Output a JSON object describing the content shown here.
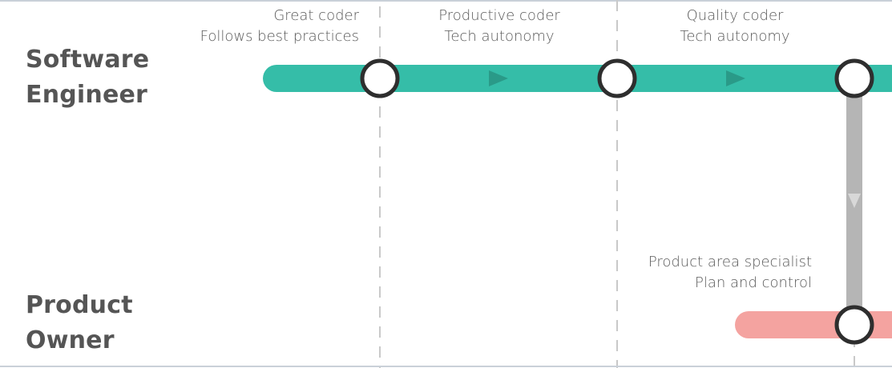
{
  "roles": {
    "software_engineer": {
      "line1": "Software",
      "line2": "Engineer"
    },
    "product_owner": {
      "line1": "Product",
      "line2": "Owner"
    }
  },
  "stages": {
    "great_coder": {
      "title": "Great coder",
      "subtitle": "Follows best practices"
    },
    "productive_coder": {
      "title": "Productive coder",
      "subtitle": "Tech autonomy"
    },
    "quality_coder": {
      "title": "Quality coder",
      "subtitle": "Tech autonomy"
    },
    "product_area_specialist": {
      "title": "Product area specialist",
      "subtitle": "Plan and control"
    }
  },
  "colors": {
    "engineer_track": "#35bda8",
    "product_track": "#f4a3a0",
    "transition_track": "#b5b5b5",
    "node_stroke": "#2e2e2e",
    "divider": "#c9c9c9",
    "label_text": "#555555"
  },
  "icons": {
    "track_arrow": "triangle-right",
    "transition_arrow": "triangle-down",
    "milestone": "circle"
  }
}
